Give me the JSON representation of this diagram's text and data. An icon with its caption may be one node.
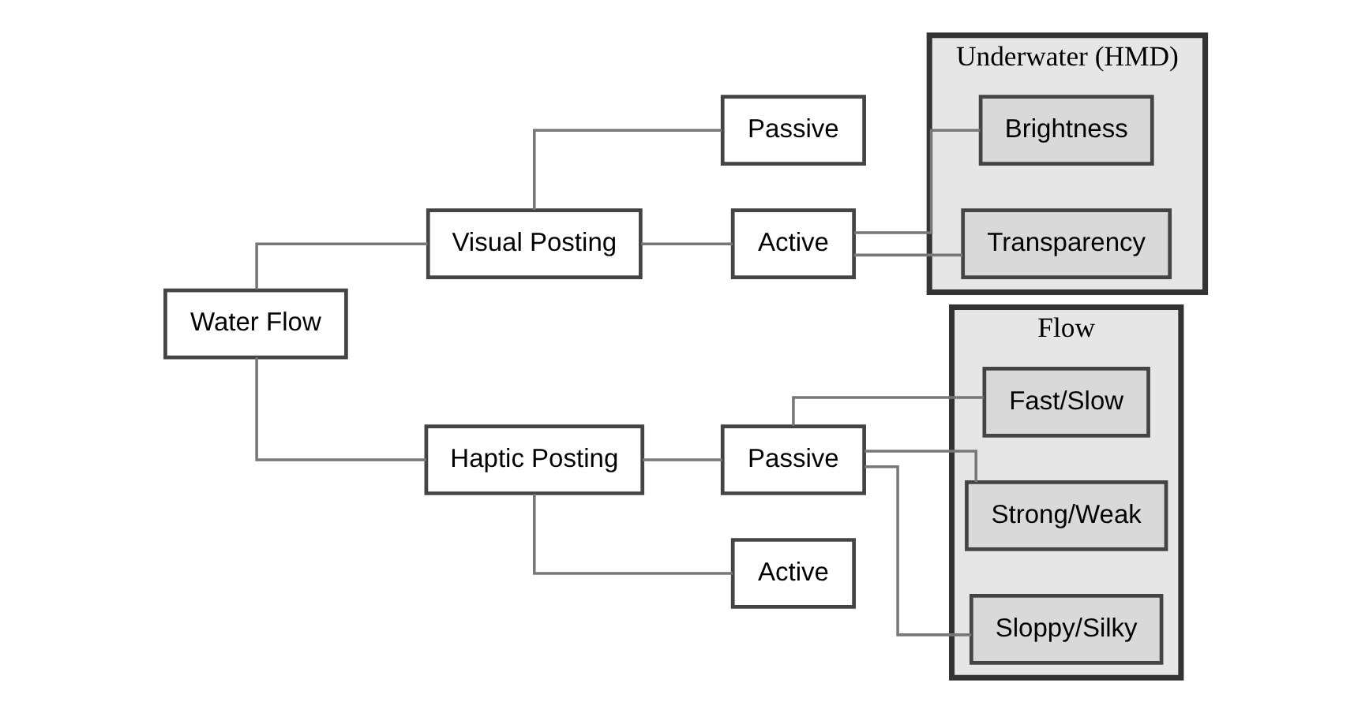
{
  "diagram": {
    "nodes": [
      {
        "text": [
          "Water Flow"
        ]
      },
      {
        "text": [
          "Visual Posting"
        ]
      },
      {
        "text": [
          "Haptic Posting"
        ]
      },
      {
        "text": [
          "Passive"
        ]
      },
      {
        "text": [
          "Active"
        ]
      },
      {
        "text": [
          "Underwater (HMD)"
        ]
      },
      {
        "text": [
          "Brightness"
        ],
        "in": 5
      },
      {
        "text": [
          "Transparency"
        ],
        "in": 5
      },
      {
        "text": [
          "Passive"
        ]
      },
      {
        "text": [
          "Active"
        ]
      },
      {
        "text": [
          "Flow"
        ]
      },
      {
        "text": [
          "Fast/Slow"
        ],
        "in": 10
      },
      {
        "text": [
          "Strong/Weak"
        ],
        "in": 10
      },
      {
        "text": [
          "Sloppy/Silky"
        ],
        "in": 10
      }
    ],
    "edges": [
      {
        "from": 0,
        "to": 1,
        "arrow": "none"
      },
      {
        "from": 0,
        "to": 2,
        "arrow": "none"
      },
      {
        "from": 1,
        "to": 3,
        "arrow": "none"
      },
      {
        "from": 1,
        "to": 4,
        "arrow": "none"
      },
      {
        "from": 4,
        "to": 6,
        "arrow": "none"
      },
      {
        "from": 4,
        "to": 7,
        "arrow": "none"
      },
      {
        "from": 2,
        "to": 8,
        "arrow": "none"
      },
      {
        "from": 2,
        "to": 9,
        "arrow": "none"
      },
      {
        "from": 8,
        "to": 11,
        "arrow": "none"
      },
      {
        "from": 8,
        "to": 12,
        "arrow": "none"
      },
      {
        "from": 8,
        "to": 13,
        "arrow": "none"
      }
    ]
  }
}
